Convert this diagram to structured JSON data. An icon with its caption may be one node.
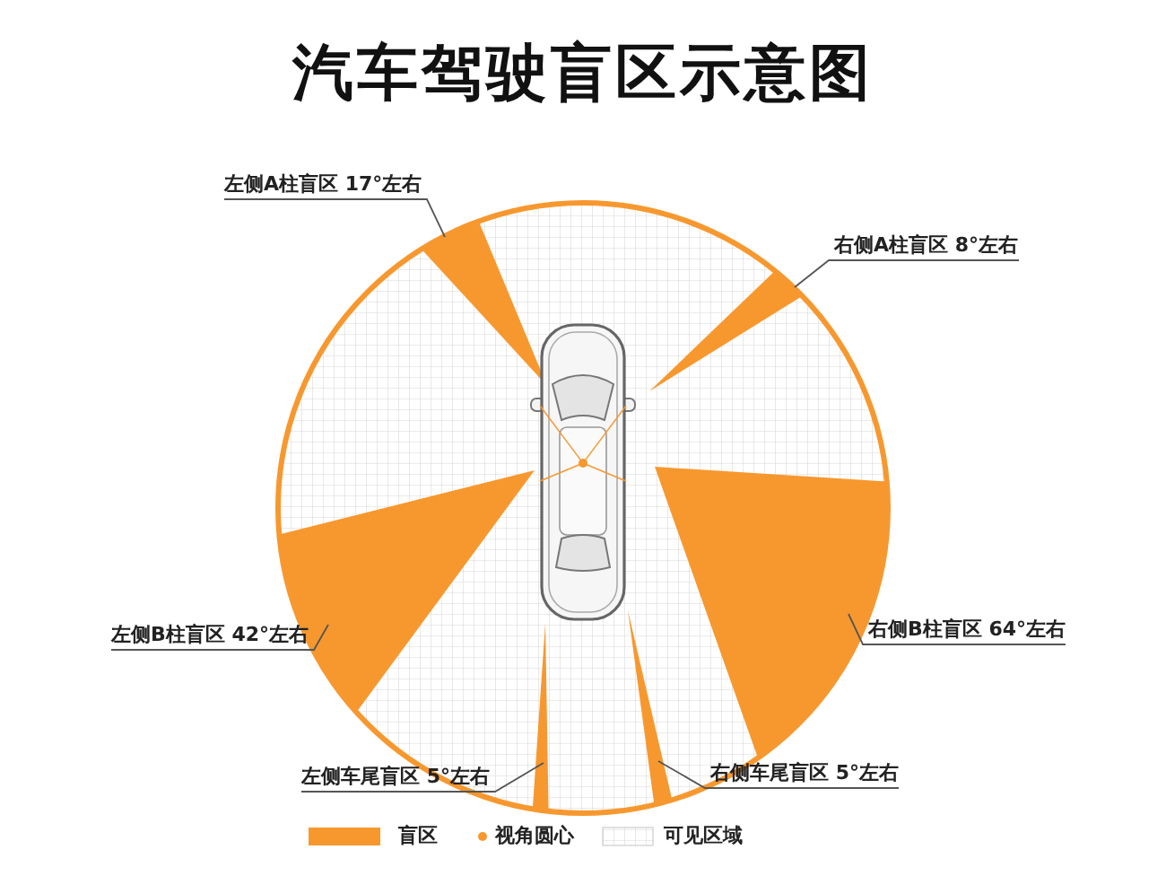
{
  "diagram": {
    "title": "汽车驾驶盲区示意图",
    "nodes": [
      {
        "text": [
          "左侧A柱盲区 17°左右"
        ]
      },
      {
        "text": [
          "右侧A柱盲区 8°左右"
        ]
      },
      {
        "text": [
          "左侧B柱盲区 42°左右"
        ]
      },
      {
        "text": [
          "右侧B柱盲区 64°左右"
        ]
      },
      {
        "text": [
          "左侧车尾盲区 5°左右"
        ]
      },
      {
        "text": [
          "右侧车尾盲区 5°左右"
        ]
      },
      {
        "text": [],
        "shape": "wedge"
      },
      {
        "text": [],
        "shape": "wedge"
      },
      {
        "text": [],
        "shape": "wedge"
      },
      {
        "text": [],
        "shape": "wedge"
      },
      {
        "text": [],
        "shape": "wedge"
      },
      {
        "text": [],
        "shape": "wedge"
      }
    ],
    "edges": [
      {
        "from": 0,
        "to": 6,
        "arrow": "none"
      },
      {
        "from": 1,
        "to": 7,
        "arrow": "none"
      },
      {
        "from": 2,
        "to": 8,
        "arrow": "none"
      },
      {
        "from": 3,
        "to": 9,
        "arrow": "none"
      },
      {
        "from": 4,
        "to": 10,
        "arrow": "none"
      },
      {
        "from": 5,
        "to": 11,
        "arrow": "none"
      }
    ],
    "legend": [
      {
        "text": "盲区",
        "color": "#f7982f"
      },
      {
        "text": "视角圆心"
      },
      {
        "text": "可见区域"
      }
    ]
  }
}
